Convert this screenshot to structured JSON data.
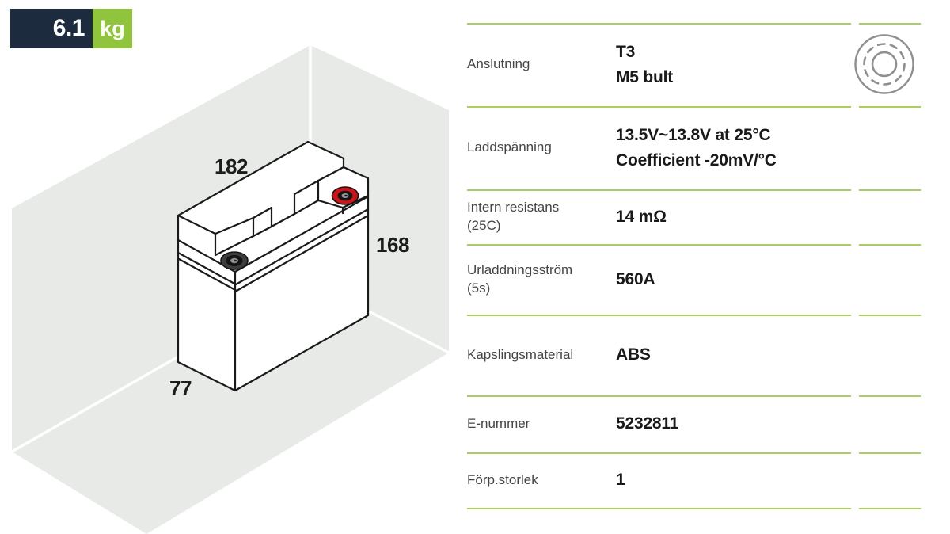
{
  "weight_badge": {
    "value": "6.1",
    "unit": "kg"
  },
  "diagram": {
    "dim_length": "182",
    "dim_height": "168",
    "dim_depth": "77",
    "positive_terminal_color": "#d21217",
    "negative_terminal_color": "#3d3d3d",
    "room_color": "#e7eae6",
    "line_color": "#1a1a1a"
  },
  "spec_table": {
    "rows": [
      {
        "label": "Anslutning",
        "sublabel": "",
        "value": "T3",
        "value2": "M5 bult"
      },
      {
        "label": "Laddspänning",
        "sublabel": "",
        "value": "13.5V~13.8V at 25°C",
        "value2": "Coefficient -20mV/°C"
      },
      {
        "label": "Intern resistans",
        "sublabel": "(25C)",
        "value": "14 mΩ",
        "value2": ""
      },
      {
        "label": "Urladdningsström",
        "sublabel": "(5s)",
        "value": "560A",
        "value2": ""
      },
      {
        "label": "Kapslingsmaterial",
        "sublabel": "",
        "value": "ABS",
        "value2": ""
      },
      {
        "label": "E-nummer",
        "sublabel": "",
        "value": "5232811",
        "value2": ""
      },
      {
        "label": "Förp.storlek",
        "sublabel": "",
        "value": "1",
        "value2": ""
      }
    ]
  },
  "icons": {
    "terminal_icon": "terminal-top-view"
  },
  "colors": {
    "badge_navy": "#1d2b3f",
    "badge_green": "#8fc43c",
    "table_line_green": "#a9ce62",
    "label_text": "#454545",
    "value_text": "#191919",
    "icon_gray": "#8f8f8f"
  }
}
